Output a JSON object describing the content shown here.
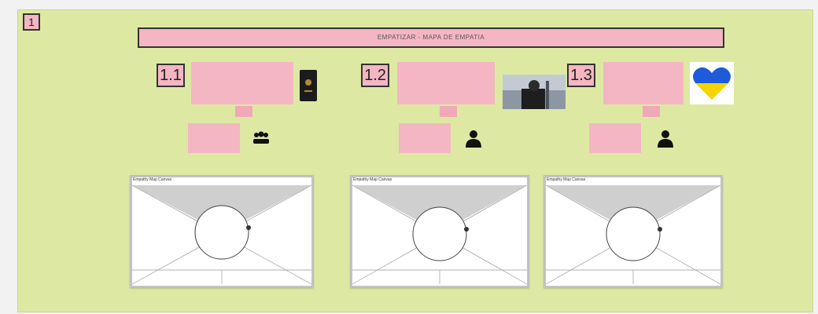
{
  "board": {
    "frame_label": "1"
  },
  "title": "EMPATIZAR - MAPA DE EMPATIA",
  "sections": [
    {
      "number": "1.1",
      "note": "",
      "persona": "",
      "caption": "",
      "map_title": "Empathy Map Canvas",
      "image": "passport-icon"
    },
    {
      "number": "1.2",
      "note": "",
      "persona": "",
      "caption": "",
      "map_title": "Empathy Map Canvas",
      "image": "person-photo"
    },
    {
      "number": "1.3",
      "note": "",
      "persona": "",
      "caption": "",
      "map_title": "Empathy Map Canvas",
      "image": "ukraine-heart-icon"
    }
  ],
  "colors": {
    "board": "#dde9a3",
    "sticky": "#f4b6c2",
    "frame": "#333333"
  }
}
